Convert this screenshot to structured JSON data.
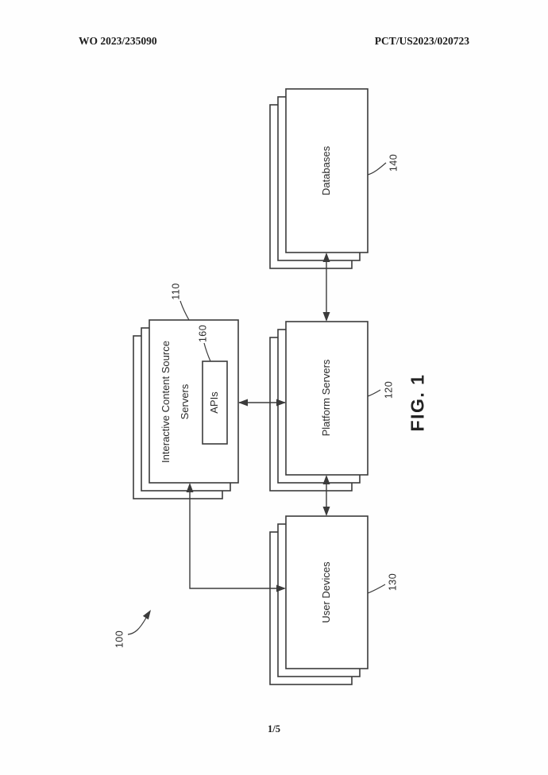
{
  "page": {
    "header_left": "WO 2023/235090",
    "header_right": "PCT/US2023/020723",
    "sheet_number": "1/5",
    "figure_label": "FIG. 1",
    "system_reference": "100"
  },
  "diagram": {
    "nodes": [
      {
        "id": "interactive-content-source-servers",
        "label": "Interactive Content Source Servers",
        "ref": "110",
        "stacked": true
      },
      {
        "id": "apis",
        "label": "APIs",
        "ref": "160",
        "stacked": false
      },
      {
        "id": "platform-servers",
        "label": "Platform Servers",
        "ref": "120",
        "stacked": true
      },
      {
        "id": "user-devices",
        "label": "User Devices",
        "ref": "130",
        "stacked": true
      },
      {
        "id": "databases",
        "label": "Databases",
        "ref": "140",
        "stacked": true
      }
    ],
    "connections": [
      {
        "from": "databases",
        "to": "platform-servers",
        "type": "bidirectional-arrow"
      },
      {
        "from": "interactive-content-source-servers",
        "to": "platform-servers",
        "type": "bidirectional-arrow"
      },
      {
        "from": "platform-servers",
        "to": "user-devices",
        "type": "bidirectional-arrow"
      },
      {
        "from": "interactive-content-source-servers",
        "to": "user-devices",
        "type": "bidirectional-elbow-arrow"
      }
    ],
    "colors": {
      "line": "#3b3b3b",
      "text": "#2b2b2b",
      "background": "#fefefe"
    }
  }
}
